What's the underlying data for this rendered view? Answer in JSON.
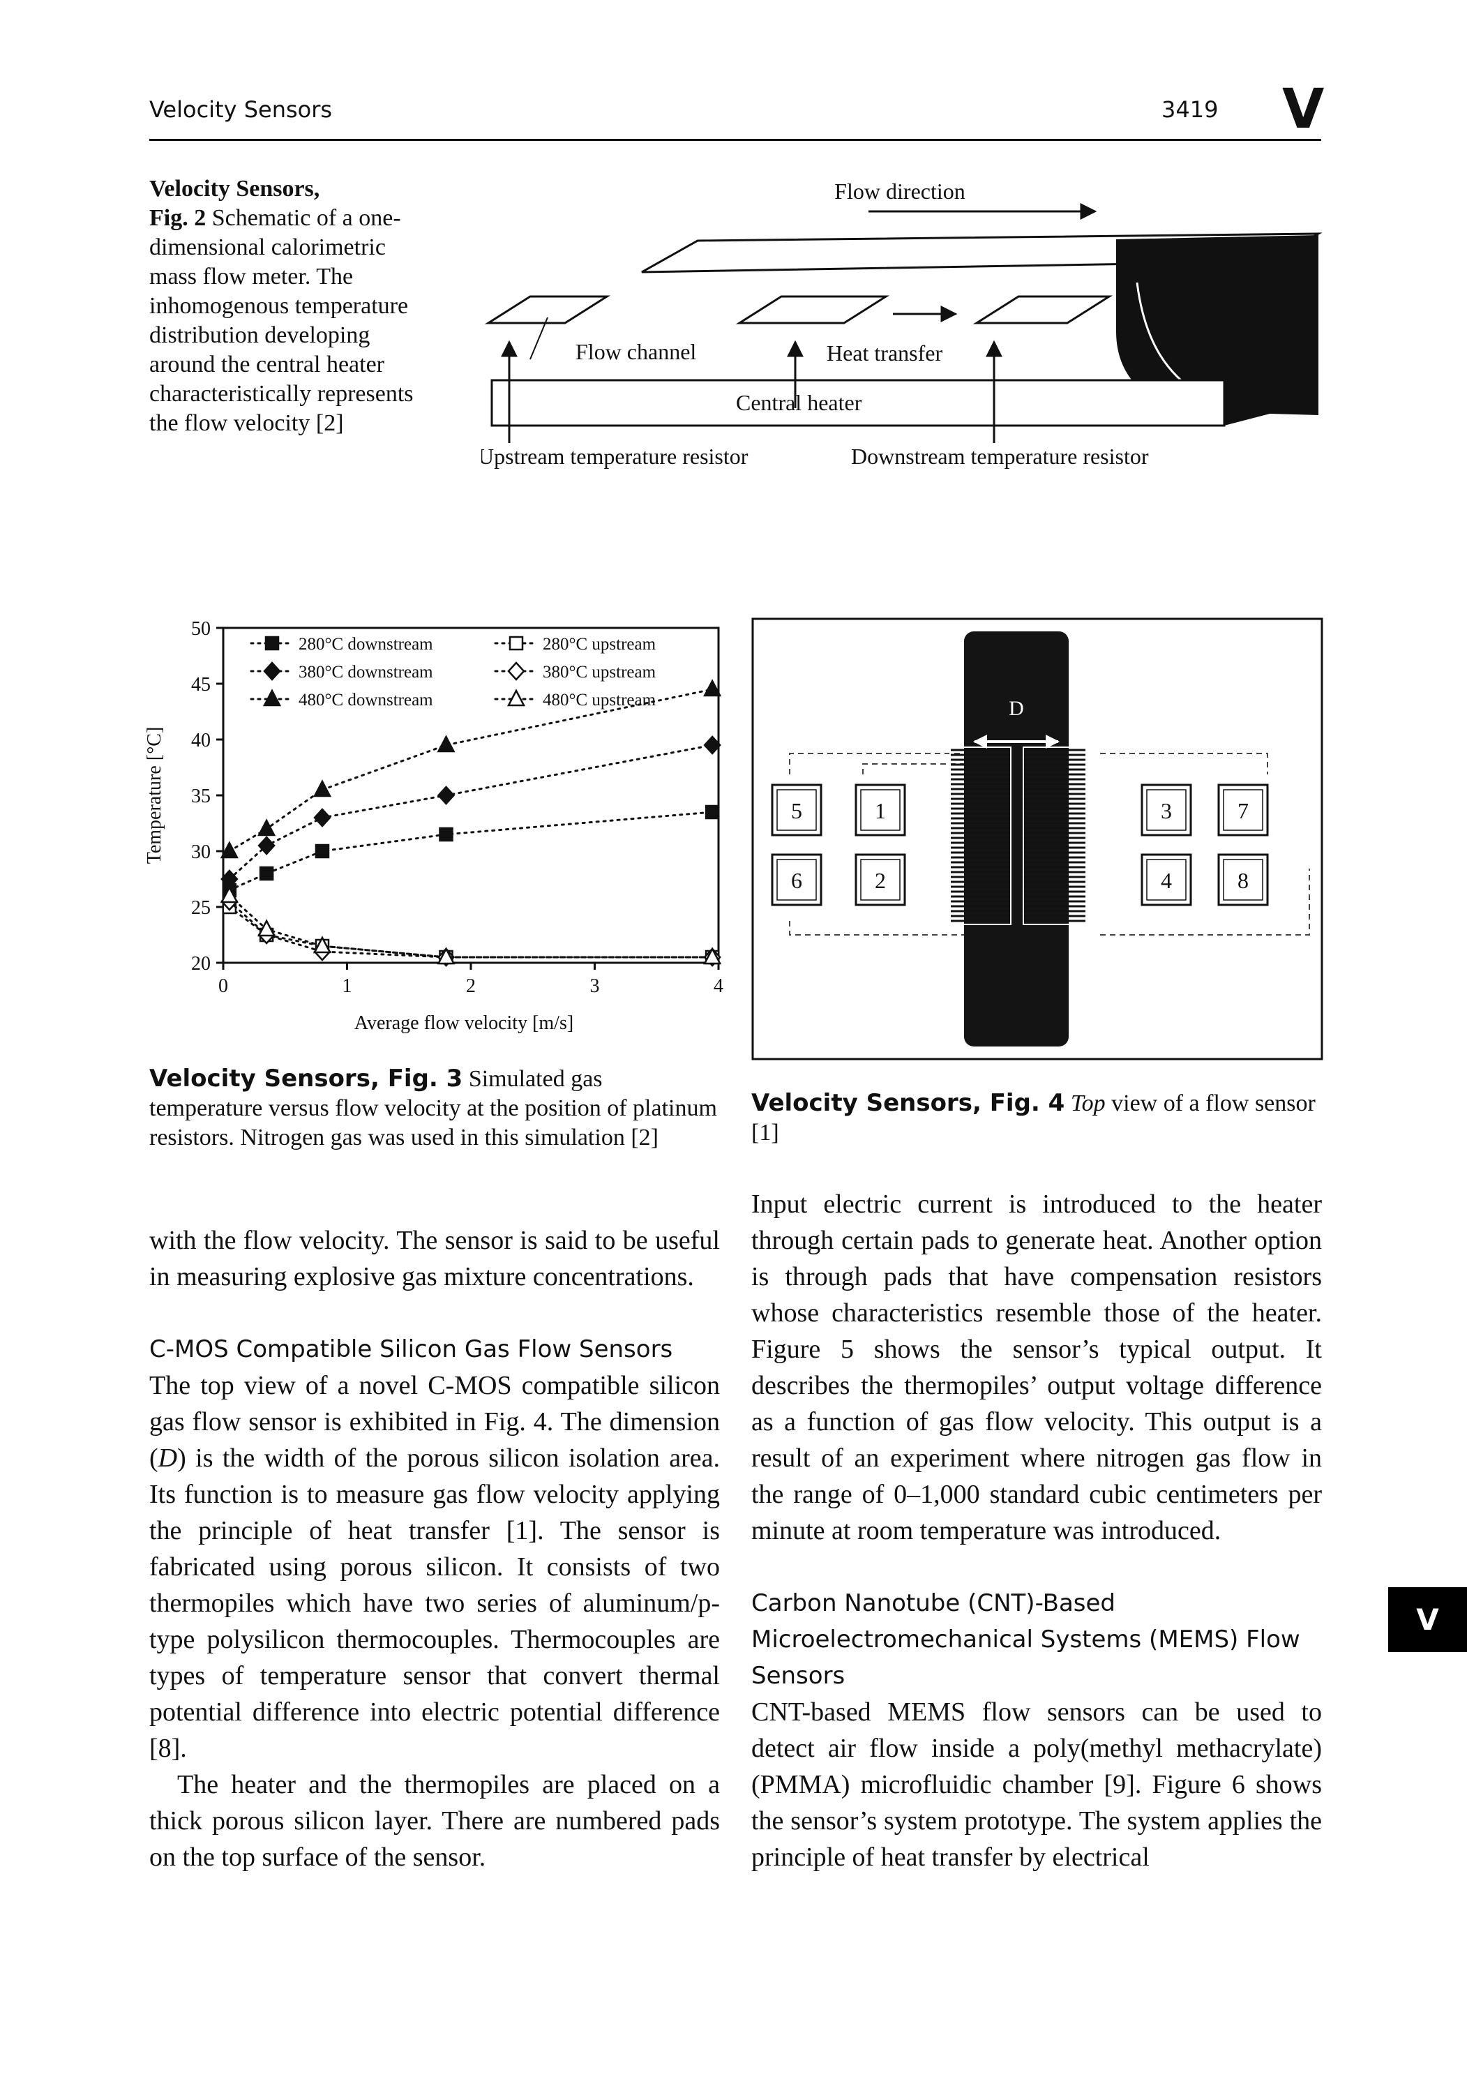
{
  "header": {
    "left": "Velocity Sensors",
    "page": "3419",
    "letter": "V"
  },
  "fig2": {
    "caption_label_1": "Velocity Sensors,",
    "caption_label_2": "Fig. 2",
    "caption_text": "Schematic of a one-dimensional calorimetric mass flow meter. The inhomogenous temperature distribution developing around the central heater characteristically represents the flow velocity [2]",
    "flow_direction": "Flow direction",
    "flow_channel": "Flow channel",
    "heat_transfer": "Heat transfer",
    "central_heater": "Central heater",
    "upstream": "Upstream temperature resistor",
    "downstream": "Downstream temperature resistor"
  },
  "fig3": {
    "caption_label": "Velocity Sensors, Fig. 3",
    "caption_text": "Simulated gas temperature versus flow velocity at the position of platinum resistors. Nitrogen gas was used in this simulation [2]"
  },
  "fig4": {
    "caption_label": "Velocity Sensors, Fig. 4",
    "caption_italic": "Top",
    "caption_text": "view of a flow sensor [1]",
    "d_label": "D",
    "pads": [
      "5",
      "1",
      "6",
      "2",
      "3",
      "7",
      "4",
      "8"
    ]
  },
  "chart_data": {
    "type": "line",
    "xlabel": "Average flow velocity [m/s]",
    "ylabel": "Temperature [°C]",
    "xlim": [
      0,
      4
    ],
    "ylim": [
      20,
      50
    ],
    "xticks": [
      "0",
      "1",
      "2",
      "3",
      "4"
    ],
    "yticks": [
      "20",
      "25",
      "30",
      "35",
      "40",
      "45",
      "50"
    ],
    "legend_placement": "top",
    "series": [
      {
        "name": "280°C downstream",
        "marker": "filled-square",
        "x": [
          0.05,
          0.35,
          0.8,
          1.8,
          3.95
        ],
        "y": [
          26.5,
          28,
          30,
          31.5,
          33.5
        ]
      },
      {
        "name": "280°C upstream",
        "marker": "open-square",
        "x": [
          0.05,
          0.35,
          0.8,
          1.8,
          3.95
        ],
        "y": [
          25,
          22.5,
          21.5,
          20.5,
          20.5
        ]
      },
      {
        "name": "380°C downstream",
        "marker": "filled-diamond",
        "x": [
          0.05,
          0.35,
          0.8,
          1.8,
          3.95
        ],
        "y": [
          27.5,
          30.5,
          33,
          35,
          39.5
        ]
      },
      {
        "name": "380°C upstream",
        "marker": "open-diamond",
        "x": [
          0.05,
          0.35,
          0.8,
          1.8,
          3.95
        ],
        "y": [
          25.5,
          22.5,
          21,
          20.5,
          20.5
        ]
      },
      {
        "name": "480°C downstream",
        "marker": "filled-triangle",
        "x": [
          0.05,
          0.35,
          0.8,
          1.8,
          3.95
        ],
        "y": [
          30,
          32,
          35.5,
          39.5,
          44.5
        ]
      },
      {
        "name": "480°C upstream",
        "marker": "open-triangle",
        "x": [
          0.05,
          0.35,
          0.8,
          1.8,
          3.95
        ],
        "y": [
          26,
          23,
          21.5,
          20.5,
          20.5
        ]
      }
    ]
  },
  "body": {
    "left_p1": "with the flow velocity. The sensor is said to be useful in measuring explosive gas mixture concentrations.",
    "left_heading": "C-MOS Compatible Silicon Gas Flow Sensors",
    "left_p2a": "The top view of a novel C-MOS compatible silicon gas flow sensor is exhibited in Fig. 4. The dimension (",
    "left_p2_italic": "D",
    "left_p2b": ") is the width of the porous silicon isolation area. Its function is to measure gas flow velocity applying the principle of heat transfer [1]. The sensor is fabricated using porous silicon. It consists of two thermopiles which have two series of aluminum/p-type polysilicon thermocouples. Thermocouples are types of temperature sensor that convert thermal potential difference into electric potential difference [8].",
    "left_p3": "The heater and the thermopiles are placed on a thick porous silicon layer. There are numbered pads on the top surface of the sensor.",
    "right_p1": "Input electric current is introduced to the heater through certain pads to generate heat. Another option is through pads that have compensation resistors whose characteristics resemble those of the heater. Figure 5 shows the sensor’s typical output. It describes the thermopiles’ output voltage difference as a function of gas flow velocity. This output is a result of an experiment where nitrogen gas flow in the range of 0–1,000 standard cubic centimeters per minute at room temperature was introduced.",
    "right_heading": "Carbon Nanotube (CNT)-Based Microelectromechanical Systems (MEMS) Flow Sensors",
    "right_p2": "CNT-based MEMS flow sensors can be used to detect air flow inside a poly(methyl methacrylate) (PMMA) microfluidic chamber [9]. Figure 6 shows the sensor’s system prototype. The system applies the principle of heat transfer by electrical"
  },
  "side_tab": "V"
}
